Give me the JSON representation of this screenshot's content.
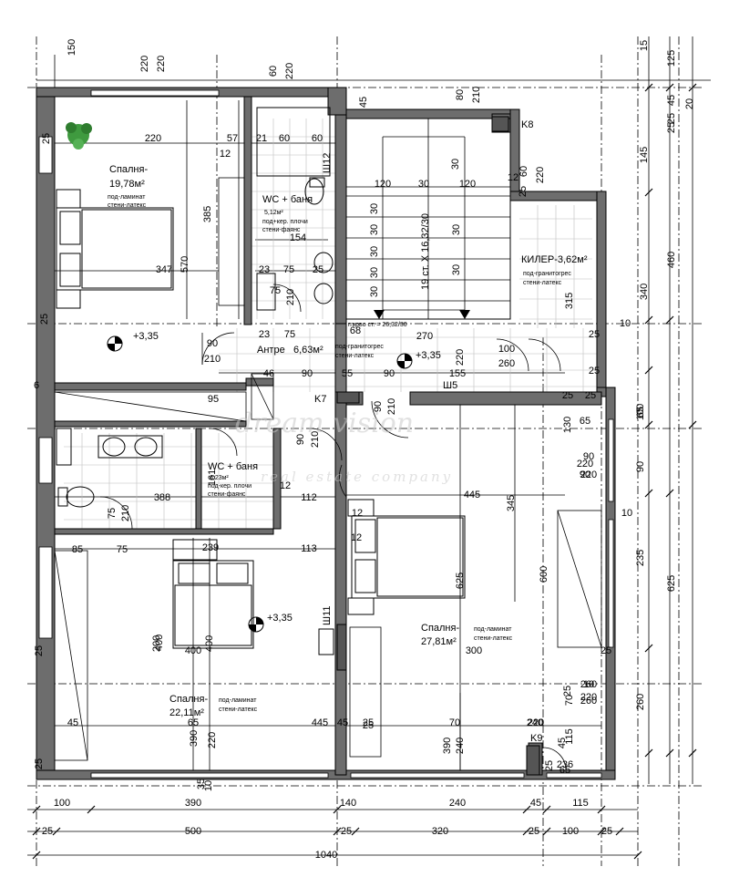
{
  "rooms": {
    "bedroom1": {
      "name": "Спалня-",
      "area": "19,78м²",
      "finish1": "под-ламинат",
      "finish2": "стени-латекс"
    },
    "wc1": {
      "name": "WC + баня",
      "area": "5,12м²",
      "finish1": "под+кер. плочи",
      "finish2": "стени-фаянс"
    },
    "storage": {
      "name": "КИЛЕР-3,62м²",
      "finish1": "под-гранитогрес",
      "finish2": "стени-латекс"
    },
    "hall": {
      "name": "Антре",
      "area": "6,63м²",
      "finish1": "под-гранитогрес",
      "finish2": "стени-латекс"
    },
    "wc2": {
      "name": "WC + баня",
      "area": "6,23м²",
      "finish1": "под-кер. плочи",
      "finish2": "стени-фаянс"
    },
    "bedroom2": {
      "name": "Спалня-",
      "area": "27,81м²",
      "finish1": "под-ламинат",
      "finish2": "стени-латекс"
    },
    "bedroom3": {
      "name": "Спалня-",
      "area": "22,11м²",
      "finish1": "под-ламинат",
      "finish2": "стени-латекс"
    }
  },
  "levels": {
    "bedroom1": "+3,35",
    "hall": "+3,35",
    "bedroom3": "+3,35"
  },
  "stairs": {
    "label": "19 ст. Х 16,32/30",
    "first_step": "първо ст. = 26,32/30"
  },
  "markers": {
    "k8": "K8",
    "k7": "K7",
    "k9": "K9",
    "sh12": "Ш12",
    "sh5": "Ш5",
    "sh11": "Ш11"
  },
  "watermark": {
    "line1": "dream vision",
    "line2": "real estate company"
  },
  "dims_top": [
    "150",
    "220",
    "220",
    "60",
    "220",
    "45",
    "80",
    "210",
    "12",
    "25",
    "60",
    "220",
    "15",
    "125",
    "45",
    "25",
    "20",
    "25"
  ],
  "dims_right": [
    "145",
    "460",
    "340",
    "315",
    "10",
    "25",
    "25",
    "100",
    "90",
    "90",
    "220",
    "10",
    "235",
    "625",
    "600",
    "25",
    "260",
    "220",
    "260",
    "25",
    "115",
    "25"
  ],
  "dims_bottom": [
    "100",
    "390",
    "140",
    "240",
    "45",
    "115",
    "25",
    "500",
    "25",
    "320",
    "25",
    "100",
    "25",
    "1040"
  ],
  "dims_left": [
    "25",
    "570",
    "25",
    "6",
    "400",
    "390",
    "220",
    "10",
    "25",
    "25"
  ],
  "dims_inner": [
    "220",
    "57",
    "21",
    "60",
    "60",
    "12",
    "385",
    "154",
    "347",
    "23",
    "75",
    "25",
    "75",
    "210",
    "120",
    "30",
    "120",
    "30",
    "30",
    "30",
    "30",
    "30",
    "30",
    "30",
    "30",
    "23",
    "75",
    "68",
    "90",
    "210",
    "46",
    "90",
    "55",
    "90",
    "155",
    "270",
    "100",
    "260",
    "25",
    "25",
    "95",
    "90",
    "210",
    "90",
    "210",
    "388",
    "75",
    "210",
    "161",
    "112",
    "12",
    "113",
    "85",
    "75",
    "239",
    "12",
    "12",
    "445",
    "345",
    "625",
    "65",
    "200",
    "400",
    "400",
    "300",
    "445",
    "45",
    "25",
    "70",
    "240",
    "45",
    "65",
    "390",
    "240",
    "220",
    "45",
    "25",
    "70",
    "236",
    "65",
    "35",
    "10",
    "260",
    "220",
    "90",
    "220",
    "130",
    "65",
    "100"
  ]
}
